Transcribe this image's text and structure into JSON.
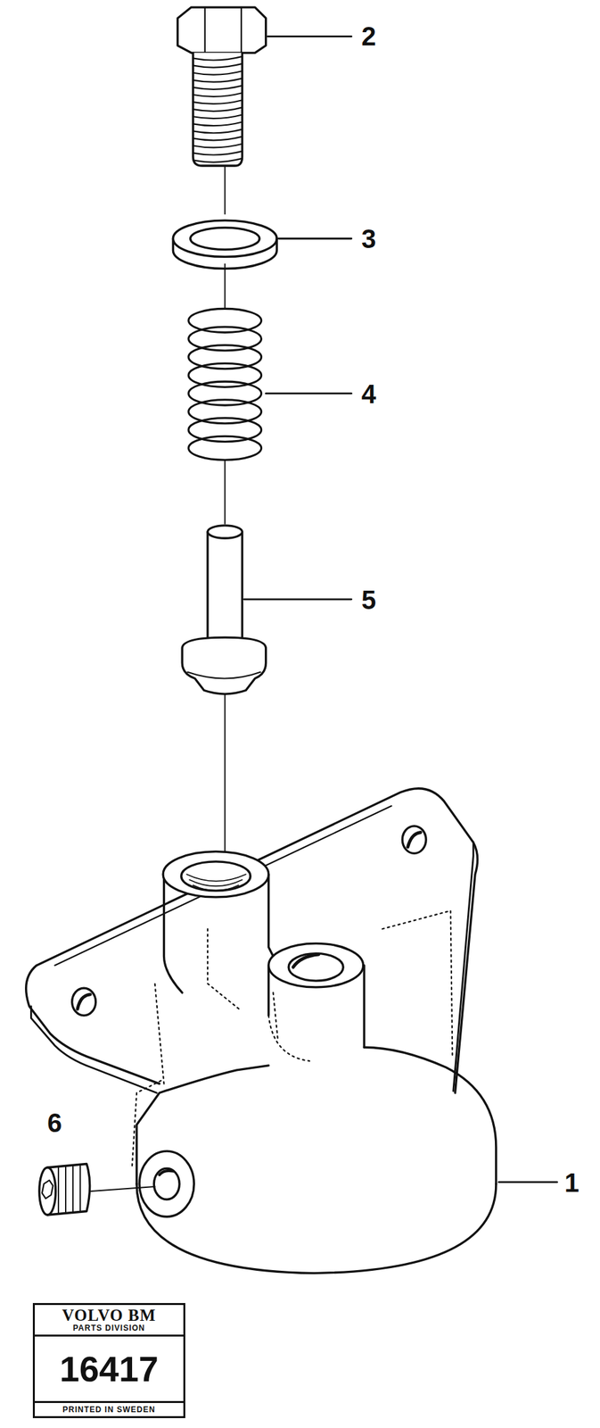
{
  "diagram": {
    "nodes": [
      {
        "text": [
          "VOLVO BM",
          "PARTS DIVISION",
          "16417",
          "PRINTED IN SWEDEN"
        ]
      }
    ],
    "edges": [],
    "labels": [
      "2",
      "3",
      "4",
      "5",
      "6",
      "1"
    ]
  }
}
